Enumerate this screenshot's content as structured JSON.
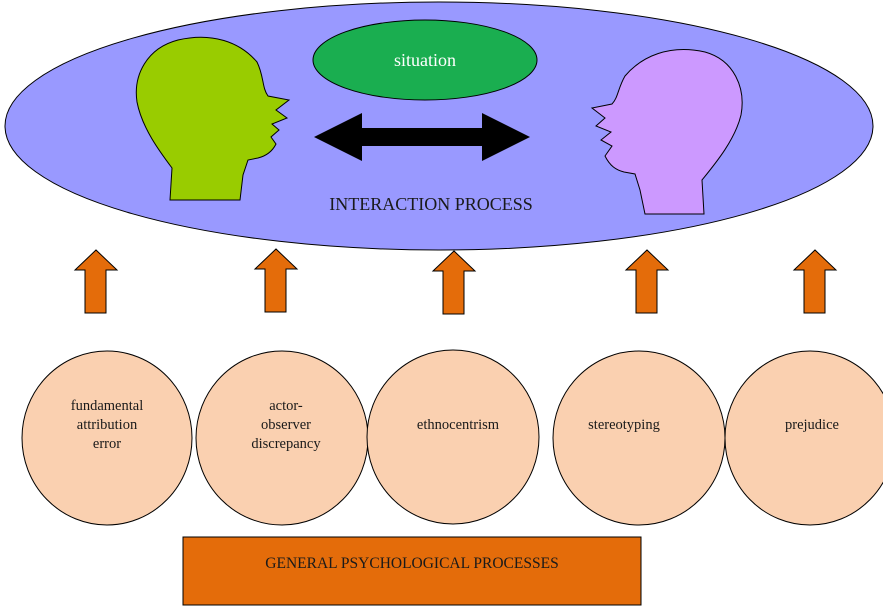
{
  "interaction": {
    "label": "INTERACTION PROCESS",
    "situation_label": "situation",
    "colors": {
      "ellipse": "#9999ff",
      "situation": "#1aae50",
      "head_left": "#99cc00",
      "head_right": "#cc99ff",
      "arrow": "#000000"
    }
  },
  "processes": {
    "items": [
      {
        "label": "fundamental\nattribution\nerror"
      },
      {
        "label": "actor-\nobserver\ndiscrepancy"
      },
      {
        "label": "ethnocentrism"
      },
      {
        "label": "stereotyping"
      },
      {
        "label": "prejudice"
      }
    ],
    "circle_color": "#fad0b0",
    "up_arrow_color": "#e46c0a"
  },
  "general": {
    "label": "GENERAL PSYCHOLOGICAL PROCESSES",
    "color": "#e46c0a"
  }
}
